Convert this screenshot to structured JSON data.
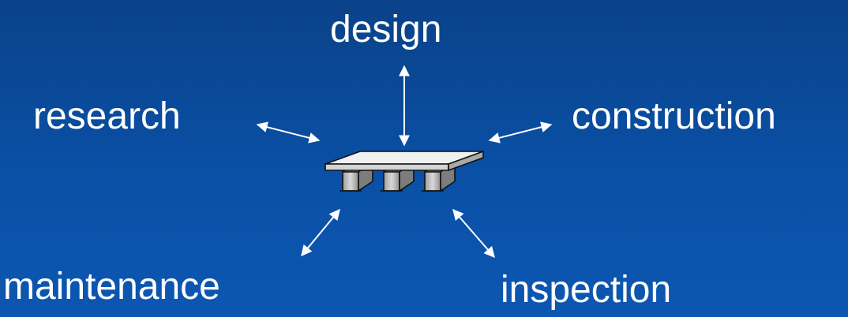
{
  "labels": {
    "design": "design",
    "research": "research",
    "construction": "construction",
    "maintenance": "maintenance",
    "inspection": "inspection"
  },
  "colors": {
    "background": "#0a4fa3",
    "text": "#ffffff",
    "arrow": "#ffffff",
    "deck": "#e8e8e8",
    "girder": "#b8b8b8",
    "outline": "#111111"
  },
  "icons": {
    "center": "bridge-girder-icon"
  }
}
